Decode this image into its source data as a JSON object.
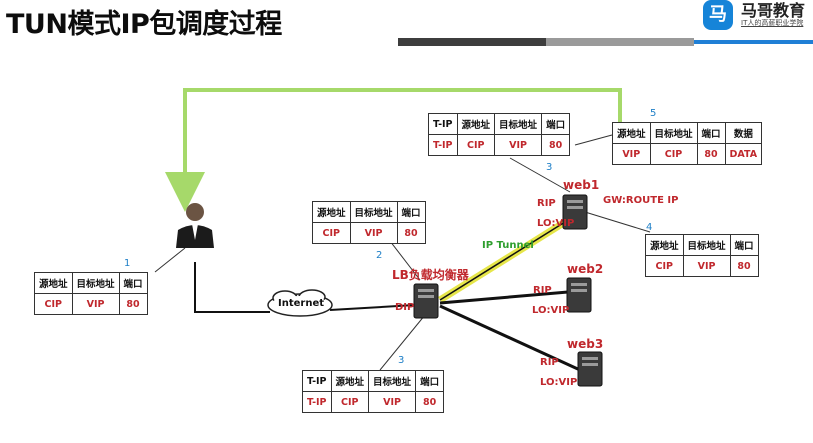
{
  "title": "TUN模式IP包调度过程",
  "logo": {
    "mark": "马",
    "name": "马哥教育",
    "tagline": "IT人的高薪职业学院"
  },
  "nodes": {
    "client": "user-icon",
    "internet": "Internet",
    "lb": "LB负载均衡器",
    "lb_dip": "DIP",
    "tunnel": "IP Tunnel",
    "web1": "web1",
    "web1_rip": "RIP",
    "web1_lo": "LO:VIP",
    "web1_gw": "GW:ROUTE IP",
    "web2": "web2",
    "web2_rip": "RIP",
    "web2_lo": "LO:VIP",
    "web3": "web3",
    "web3_rip": "RIP",
    "web3_lo": "LO:VIP"
  },
  "tables": {
    "t1": {
      "num": "1",
      "headers": [
        "源地址",
        "目标地址",
        "端口"
      ],
      "values": [
        "CIP",
        "VIP",
        "80"
      ]
    },
    "t2": {
      "num": "2",
      "headers": [
        "源地址",
        "目标地址",
        "端口"
      ],
      "values": [
        "CIP",
        "VIP",
        "80"
      ]
    },
    "t3a": {
      "num": "3",
      "headers": [
        "T-IP",
        "源地址",
        "目标地址",
        "端口"
      ],
      "values": [
        "T-IP",
        "CIP",
        "VIP",
        "80"
      ]
    },
    "t3b": {
      "num": "3",
      "headers": [
        "T-IP",
        "源地址",
        "目标地址",
        "端口"
      ],
      "values": [
        "T-IP",
        "CIP",
        "VIP",
        "80"
      ]
    },
    "t4": {
      "num": "4",
      "headers": [
        "源地址",
        "目标地址",
        "端口"
      ],
      "values": [
        "CIP",
        "VIP",
        "80"
      ]
    },
    "t5": {
      "num": "5",
      "headers": [
        "源地址",
        "目标地址",
        "端口",
        "数据"
      ],
      "values": [
        "VIP",
        "CIP",
        "80",
        "DATA"
      ]
    }
  },
  "colors": {
    "return_path": "#a6d96a",
    "tunnel": "#e6e64a",
    "label_red": "#c0282d",
    "step_blue": "#1e7fc7"
  }
}
